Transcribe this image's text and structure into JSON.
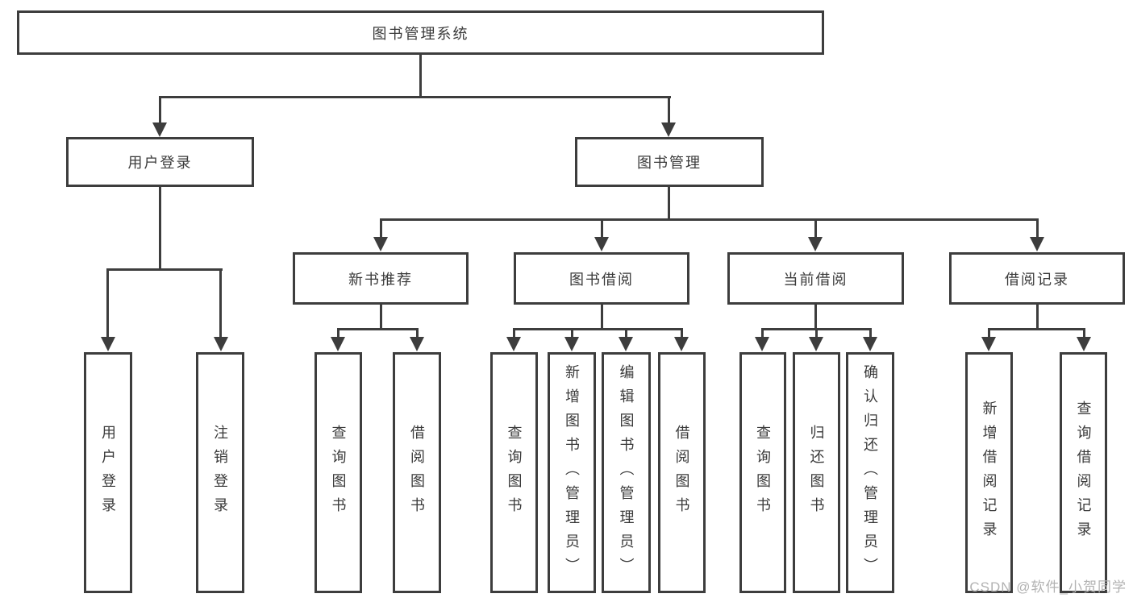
{
  "watermark": "CSDN @软件_小贺同学",
  "colors": {
    "line": "#3d3d3d",
    "text": "#3a3a3a",
    "watermark": "#b2b2b2",
    "background": "#ffffff"
  },
  "tree": {
    "root": {
      "label": "图书管理系统"
    },
    "branches": [
      {
        "label": "用户登录",
        "children": [
          {
            "label": "用户登录"
          },
          {
            "label": "注销登录"
          }
        ]
      },
      {
        "label": "图书管理",
        "children": [
          {
            "label": "新书推荐",
            "children": [
              {
                "label": "查询图书"
              },
              {
                "label": "借阅图书"
              }
            ]
          },
          {
            "label": "图书借阅",
            "children": [
              {
                "label": "查询图书"
              },
              {
                "label": "新增图书（管理员）"
              },
              {
                "label": "编辑图书（管理员）"
              },
              {
                "label": "借阅图书"
              }
            ]
          },
          {
            "label": "当前借阅",
            "children": [
              {
                "label": "查询图书"
              },
              {
                "label": "归还图书"
              },
              {
                "label": "确认归还（管理员）"
              }
            ]
          },
          {
            "label": "借阅记录",
            "children": [
              {
                "label": "新增借阅记录"
              },
              {
                "label": "查询借阅记录"
              }
            ]
          }
        ]
      }
    ]
  }
}
